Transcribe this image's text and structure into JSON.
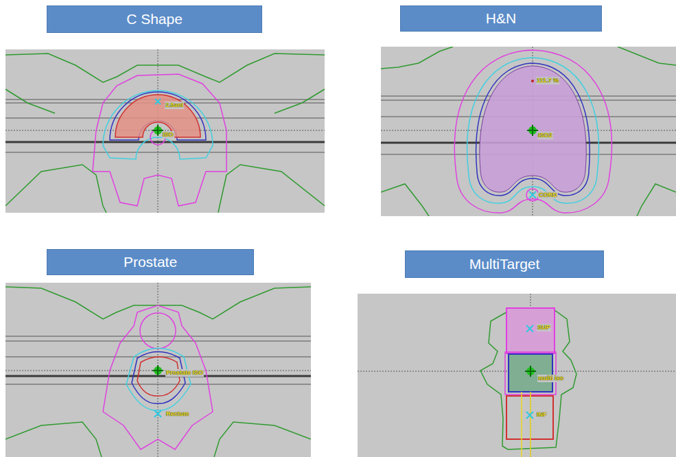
{
  "diagram": {
    "nodes": [
      {
        "text": [
          "C Shape"
        ]
      },
      {
        "text": [
          "H&N"
        ]
      },
      {
        "text": [
          "Prostate"
        ]
      },
      {
        "text": [
          "MultiTarget"
        ]
      }
    ],
    "labels": [
      "2.5ant",
      "ISO",
      "111.7 %",
      "ISO2",
      "CORD",
      "Prostate ISO",
      "Rectum",
      "SUP",
      "multi iso",
      "INF"
    ]
  }
}
